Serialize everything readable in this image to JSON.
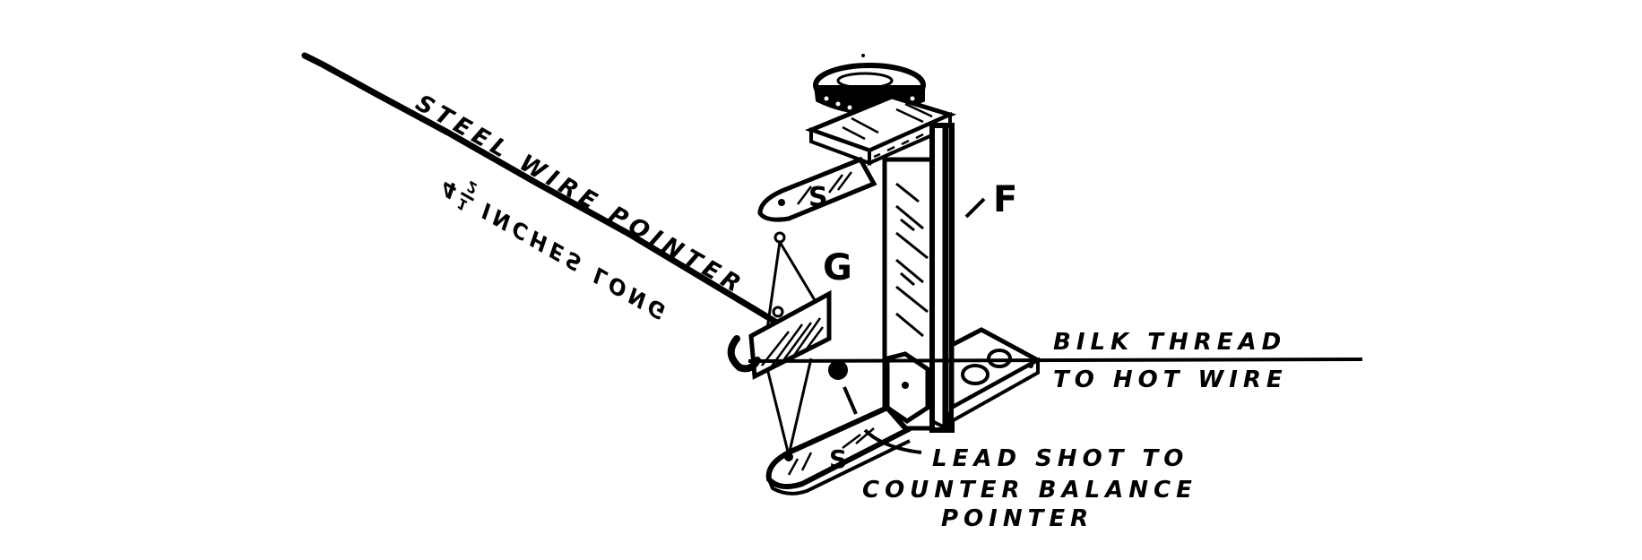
{
  "figure": {
    "type": "line-drawing",
    "subject": "hot-wire instrument pointer mechanism",
    "colors": {
      "ink": "#000000",
      "paper": "#ffffff"
    }
  },
  "labels": {
    "pointer_line1": "STEEL WIRE POINTER",
    "pointer_line2_whole": "4",
    "pointer_line2_frac_num": "1",
    "pointer_line2_frac_den": "2",
    "pointer_line2_rest": "INCHES LONG",
    "frame": "F",
    "mirror_vane": "G",
    "spring_upper": "S",
    "spring_lower": "S",
    "thread_line1": "BILK THREAD",
    "thread_line2": "TO HOT WIRE",
    "shot_line1": "LEAD SHOT TO",
    "shot_line2": "COUNTER BALANCE",
    "shot_line3": "POINTER"
  },
  "components": [
    {
      "id": "adjusting-knob",
      "name": "Knurled adjusting screw knob"
    },
    {
      "id": "frame",
      "name": "Frame F"
    },
    {
      "id": "upper-spring",
      "name": "Upper spring arm S"
    },
    {
      "id": "lower-spring",
      "name": "Lower spring arm S"
    },
    {
      "id": "vane",
      "name": "Vane G"
    },
    {
      "id": "pointer",
      "name": "Steel wire pointer, 4 1/2 inches long"
    },
    {
      "id": "lead-shot",
      "name": "Lead shot counterweight"
    },
    {
      "id": "silk-thread",
      "name": "Silk thread to hot wire"
    },
    {
      "id": "base-foot",
      "name": "Base foot plate"
    }
  ]
}
